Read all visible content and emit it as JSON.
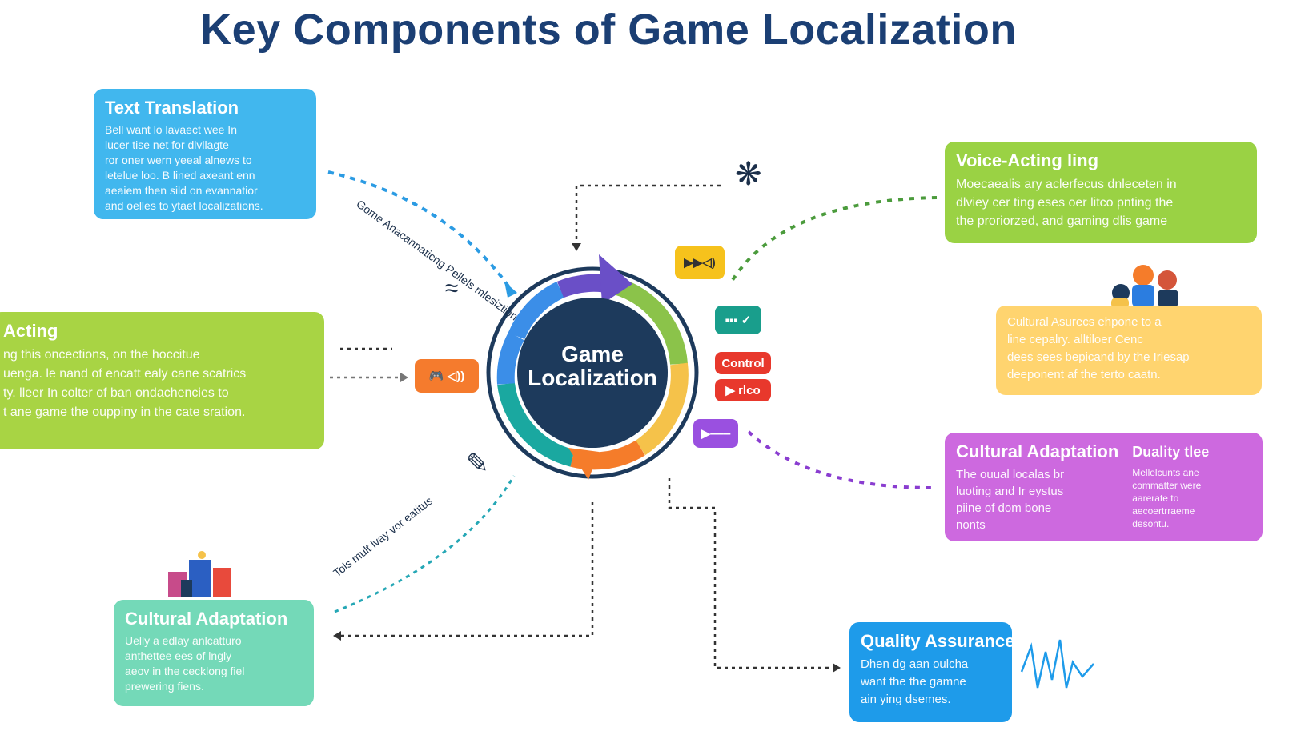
{
  "title": "Key Components of Game Localization",
  "hub": {
    "line1": "Game",
    "line2": "Localization"
  },
  "colors": {
    "title": "#1b3f74",
    "hub_fill": "#1d3a5c",
    "ring_blue": "#3b8ee8",
    "ring_purple": "#6a4fc7",
    "ring_green": "#8bc34a",
    "ring_yellow": "#f5c24a",
    "ring_orange": "#f57c2a",
    "ring_teal": "#1aa8a0"
  },
  "cards": {
    "text_translation": {
      "title": "Text Translation",
      "body": [
        "Bell want lo lavaect wee In",
        "lucer tise net for dlvllagte",
        "ror oner wern yeeal alnews to",
        "letelue loo. B lined axeant enn",
        "aeaiem then sild on evannatior",
        "and oelles to ytaet localizations."
      ]
    },
    "acting": {
      "title": "Acting",
      "body": [
        "ng this oncections, on the hoccitue",
        "uenga. le nand of encatt ealy cane scatrics",
        "ty. lleer In colter of ban ondachencies to",
        "t ane game the ouppiny in the cate sration."
      ]
    },
    "voice_acting": {
      "title": "Voice-Acting ling",
      "body": [
        "Moecaealis ary aclerfecus dnleceten in",
        "dlviey cer ting eses oer litco pnting the",
        "the proriorzed, and gaming dlis game"
      ]
    },
    "cultural_assurance": {
      "body": [
        "Cultural Asurecs ehpone to a",
        "line cepalry. alltiloer Cenc",
        "dees sees bepicand by the Iriesap",
        "deeponent af the terto caatn."
      ]
    },
    "cultural_adaptation_right": {
      "title": "Cultural Adaptation",
      "body": [
        "The ouual localas br",
        "luoting and Ir eystus",
        "piine of dom bone",
        "nonts"
      ],
      "side_title": "Duality tlee",
      "side_body": [
        "Mellelcunts ane",
        "commatter were",
        "aarerate to",
        "aecoertrraeme",
        "desontu."
      ]
    },
    "cultural_adaptation_left": {
      "title": "Cultural Adaptation",
      "body": [
        "Uelly a edlay anlcatturo",
        "anthettee ees of lngly",
        "aeov in the cecklong fiel",
        "prewering fiens."
      ]
    },
    "quality_assurance": {
      "title": "Quality Assurance",
      "body": [
        "Dhen dg aan oulcha",
        "want the the gamne",
        "ain ying dsemes."
      ]
    }
  },
  "badges": {
    "yellow": "▶▶◁)",
    "teal": "▪▪▪ ✓",
    "control": "Control",
    "play": "▶ rlco",
    "purple": "▶‒‒‒",
    "orange": "🎮 ◁))"
  },
  "curve_labels": {
    "top": "Gome Anacannaticng Pellels mlesiztion",
    "bottom": "Tols mult lvay vor eatitus"
  },
  "icons": {
    "snowflake": "❋",
    "tilde": "≈",
    "pen": "✎"
  }
}
